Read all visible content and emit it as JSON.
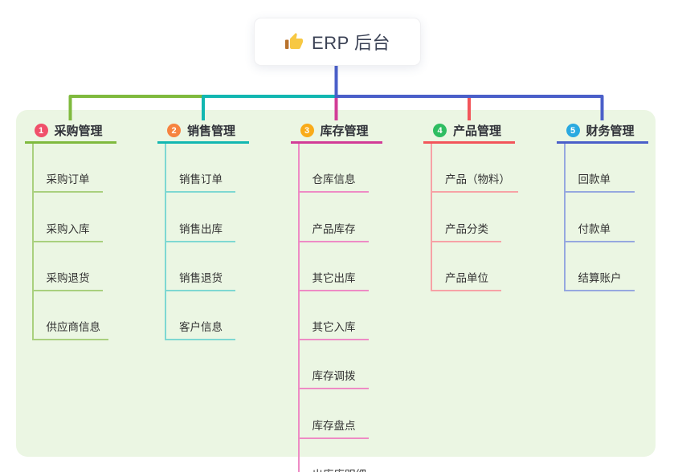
{
  "root": {
    "title": "ERP 后台",
    "icon": "thumbs-up-icon"
  },
  "branches": [
    {
      "index": "1",
      "label": "采购管理",
      "badge_color": "#f0506a",
      "line_color": "#7fba3e",
      "item_line_color": "#a9d07e",
      "items": [
        "采购订单",
        "采购入库",
        "采购退货",
        "供应商信息"
      ]
    },
    {
      "index": "2",
      "label": "销售管理",
      "badge_color": "#f6833f",
      "line_color": "#12b7b1",
      "item_line_color": "#7ed8d2",
      "items": [
        "销售订单",
        "销售出库",
        "销售退货",
        "客户信息"
      ]
    },
    {
      "index": "3",
      "label": "库存管理",
      "badge_color": "#f9ab19",
      "line_color": "#d23c97",
      "item_line_color": "#ee8bc5",
      "items": [
        "仓库信息",
        "产品库存",
        "其它出库",
        "其它入库",
        "库存调拨",
        "库存盘点",
        "出库库明细"
      ]
    },
    {
      "index": "4",
      "label": "产品管理",
      "badge_color": "#2ebd61",
      "line_color": "#f2555a",
      "item_line_color": "#f7a2a6",
      "items": [
        "产品（物料）",
        "产品分类",
        "产品单位"
      ]
    },
    {
      "index": "5",
      "label": "财务管理",
      "badge_color": "#2aa9e0",
      "line_color": "#4a5fc9",
      "item_line_color": "#96a8df",
      "items": [
        "回款单",
        "付款单",
        "结算账户"
      ]
    }
  ],
  "colors": {
    "panel_bg": "#ebf6e3",
    "page_bg": "#ffffff",
    "root_connector": "#4a5fc9",
    "thumb_yellow": "#f7c843",
    "thumb_cuff": "#b8722d"
  }
}
